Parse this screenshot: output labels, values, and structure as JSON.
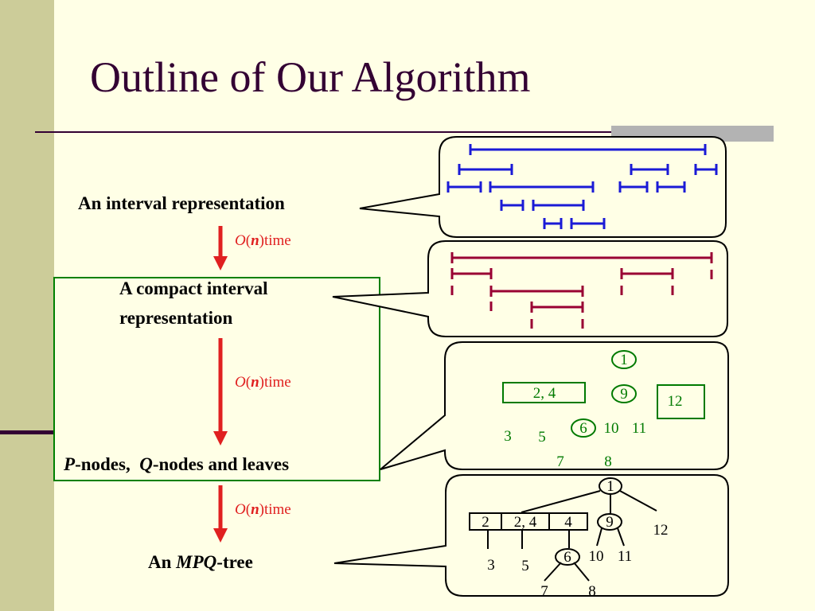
{
  "slide": {
    "title": "Outline of Our Algorithm",
    "colors": {
      "title": "#330033",
      "sidebar": "#cccc99",
      "background": "#ffffe6",
      "arrow": "#e02020",
      "interval": "#1a1ad6",
      "compact": "#990033",
      "node_green": "#007a00"
    }
  },
  "steps": {
    "interval_rep": "An interval representation",
    "compact_line1": "A compact interval",
    "compact_line2": "representation",
    "nodes": {
      "p": "P",
      "p_rest": "-nodes,  ",
      "q": "Q",
      "q_rest": "-nodes and leaves"
    },
    "mpq": {
      "prefix": "An ",
      "name": "MPQ",
      "suffix": "-tree"
    },
    "time": {
      "o": "O",
      "lp": "(",
      "n": "n",
      "rp": ")",
      "word": "time"
    }
  },
  "panel_nodes": {
    "n1": "1",
    "n24": "2, 4",
    "n9": "9",
    "n12": "12",
    "n3": "3",
    "n5": "5",
    "n6": "6",
    "n10": "10",
    "n11": "11",
    "n7": "7",
    "n8": "8"
  },
  "tree": {
    "root": "1",
    "q_cells": [
      "2",
      "2, 4",
      "4"
    ],
    "p9": "9",
    "leaf12": "12",
    "leaf3": "3",
    "leaf5": "5",
    "p6": "6",
    "leaf10": "10",
    "leaf11": "11",
    "leaf7": "7",
    "leaf8": "8"
  }
}
